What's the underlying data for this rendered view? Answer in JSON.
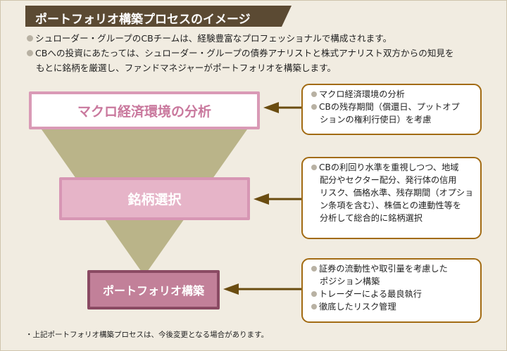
{
  "title": "ポートフォリオ構築プロセスのイメージ",
  "intro": {
    "line1": "シュローダー・グループのCBチームは、経験豊富なプロフェッショナルで構成されます。",
    "line2": "CBへの投資にあたっては、シュローダー・グループの債券アナリストと株式アナリスト双方からの知見を",
    "line3": "もとに銘柄を厳選し、ファンドマネジャーがポートフォリオを構築します。"
  },
  "stages": {
    "macro": "マクロ経済環境の分析",
    "selection": "銘柄選択",
    "construction": "ポートフォリオ構築"
  },
  "box1": {
    "l1": "マクロ経済環境の分析",
    "l2": "CBの残存期間（償還日、プットオプ",
    "l3": "ションの権利行使日）を考慮"
  },
  "box2": {
    "l1": "CBの利回り水準を重視しつつ、地域",
    "l2": "配分やセクター配分、発行体の信用",
    "l3": "リスク、価格水準、残存期間（オプショ",
    "l4": "ン条項を含む）、株価との連動性等を",
    "l5": "分析して総合的に銘柄選択"
  },
  "box3": {
    "l1": "証券の流動性や取引量を考慮した",
    "l2": "ポジション構築",
    "l3": "トレーダーによる最良執行",
    "l4": "徹底したリスク管理"
  },
  "footnote": "・上記ポートフォリオ構築プロセスは、今後変更となる場合があります。",
  "colors": {
    "title_bg": "#5b4a33",
    "funnel": "#bab489",
    "arrow": "#6a4c10",
    "box_border": "#a26b13",
    "stage1_border": "#d99ab6",
    "stage2_fill": "#e6b4c8",
    "stage3_fill": "#c28099"
  }
}
